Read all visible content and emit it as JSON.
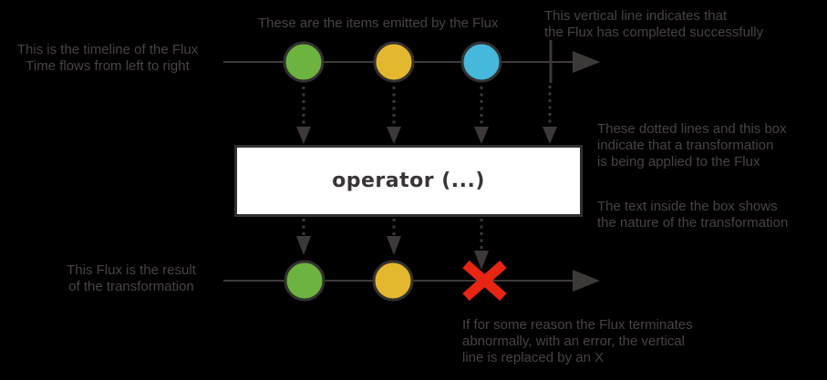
{
  "annotations": {
    "timeline": {
      "line1": "This is the timeline of the Flux",
      "line2": "Time flows from left to right"
    },
    "items": {
      "line1": "These are the items emitted by the Flux"
    },
    "complete": {
      "line1": "This vertical line indicates that",
      "line2": "the Flux has completed successfully"
    },
    "transformation": {
      "line1": "These dotted lines and this box",
      "line2": "indicate that a transformation",
      "line3": "is being applied to the Flux"
    },
    "box_text": {
      "line1": "The text inside the box shows",
      "line2": "the nature of the transformation"
    },
    "result": {
      "line1": "This Flux is the result",
      "line2": "of the transformation"
    },
    "error": {
      "line1": "If for some reason the Flux terminates",
      "line2": "abnormally, with an error, the vertical",
      "line3": "line is replaced by an X"
    }
  },
  "operator_box": {
    "label": "operator (...)"
  },
  "marbles": {
    "source_sequence": [
      "green",
      "yellow",
      "blue"
    ],
    "result_sequence": [
      "green",
      "yellow"
    ],
    "source_terminates": "complete",
    "result_terminates": "error"
  },
  "colors": {
    "background": "#000000",
    "annotation_text": "#4a4243",
    "line": "#3e3939",
    "marble_green": "#6db33f",
    "marble_yellow": "#e3b82e",
    "marble_blue": "#45b8dc",
    "marble_stroke": "#343031",
    "error_x": "#e82413",
    "box_background": "#ffffff",
    "box_border": "#343031",
    "box_text": "#3a3435"
  }
}
